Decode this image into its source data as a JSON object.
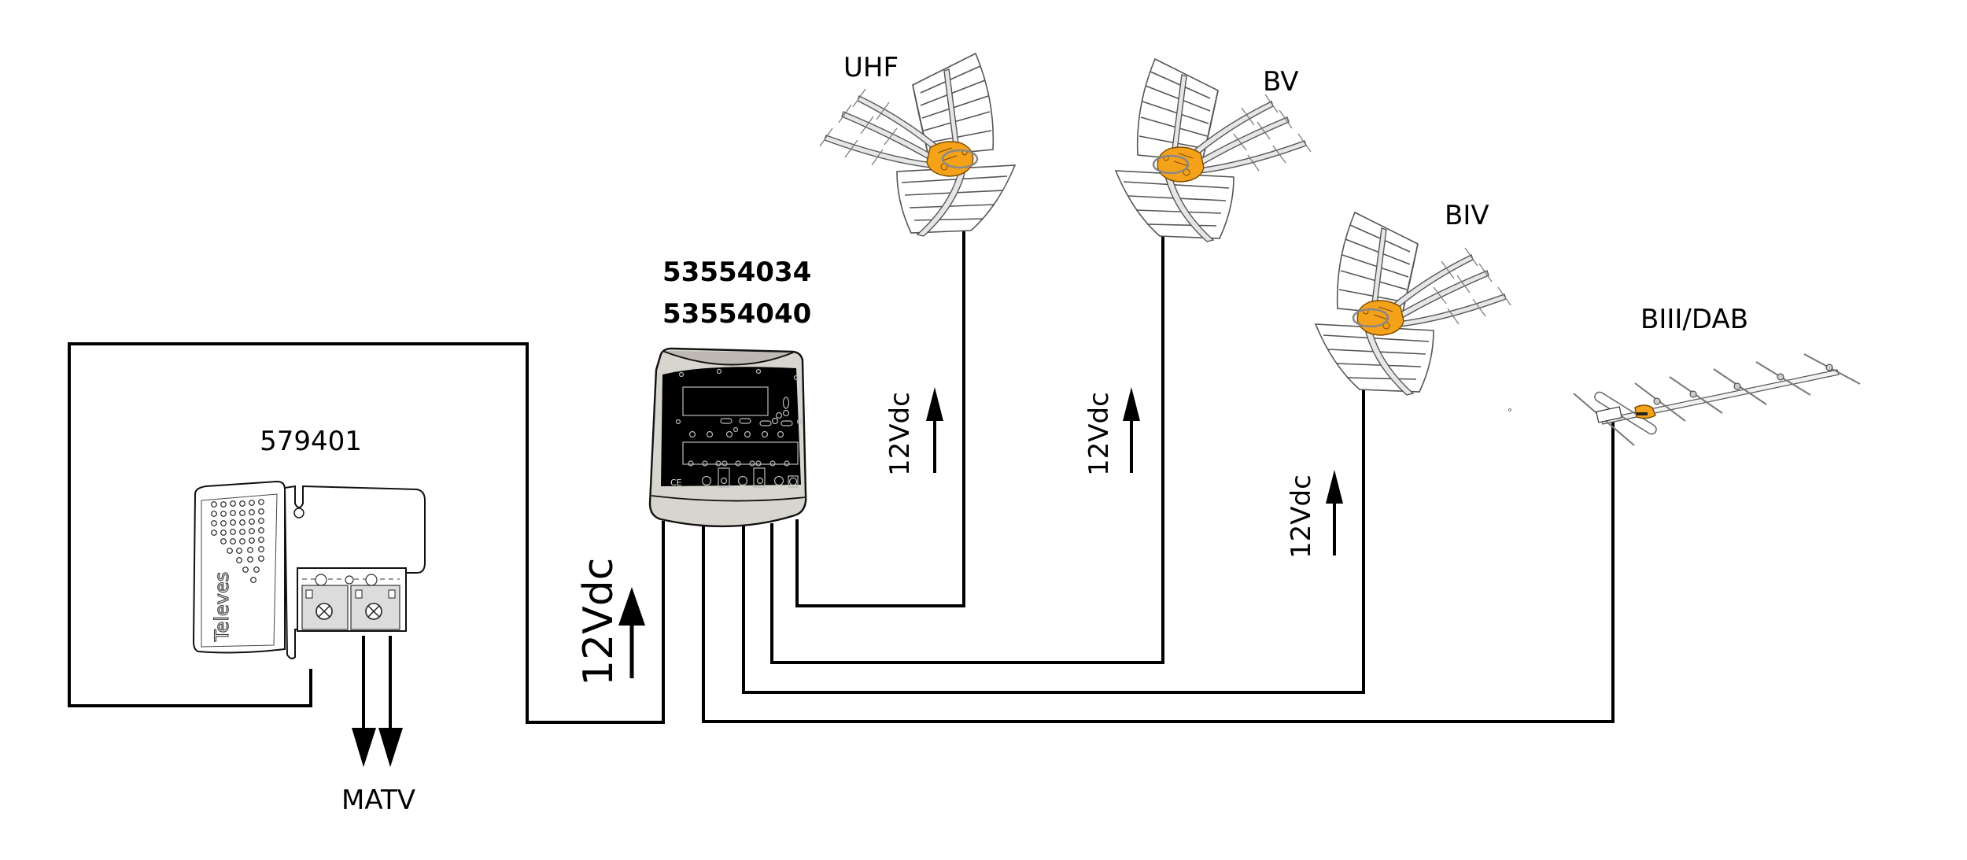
{
  "title": "Televes MATV installation wiring diagram",
  "devices": {
    "power_supply": {
      "model": "579401",
      "brand": "Televes"
    },
    "amplifier": {
      "models": [
        "53554034",
        "53554040"
      ],
      "ce_mark": "CE"
    }
  },
  "antennas": [
    {
      "id": "uhf",
      "label": "UHF"
    },
    {
      "id": "bv",
      "label": "BV"
    },
    {
      "id": "biv",
      "label": "BIV"
    },
    {
      "id": "biii-dab",
      "label": "BIII/DAB"
    }
  ],
  "power_labels": {
    "main": "12Vdc",
    "uhf": "12Vdc",
    "bv": "12Vdc",
    "biv": "12Vdc"
  },
  "outputs": {
    "label": "MATV",
    "count": 2
  },
  "colors": {
    "wire": "#000000",
    "amplifier_housing": "#d8d4ce",
    "amplifier_panel": "#000000",
    "antenna_body": "#f5a21b",
    "background": "#ffffff"
  }
}
